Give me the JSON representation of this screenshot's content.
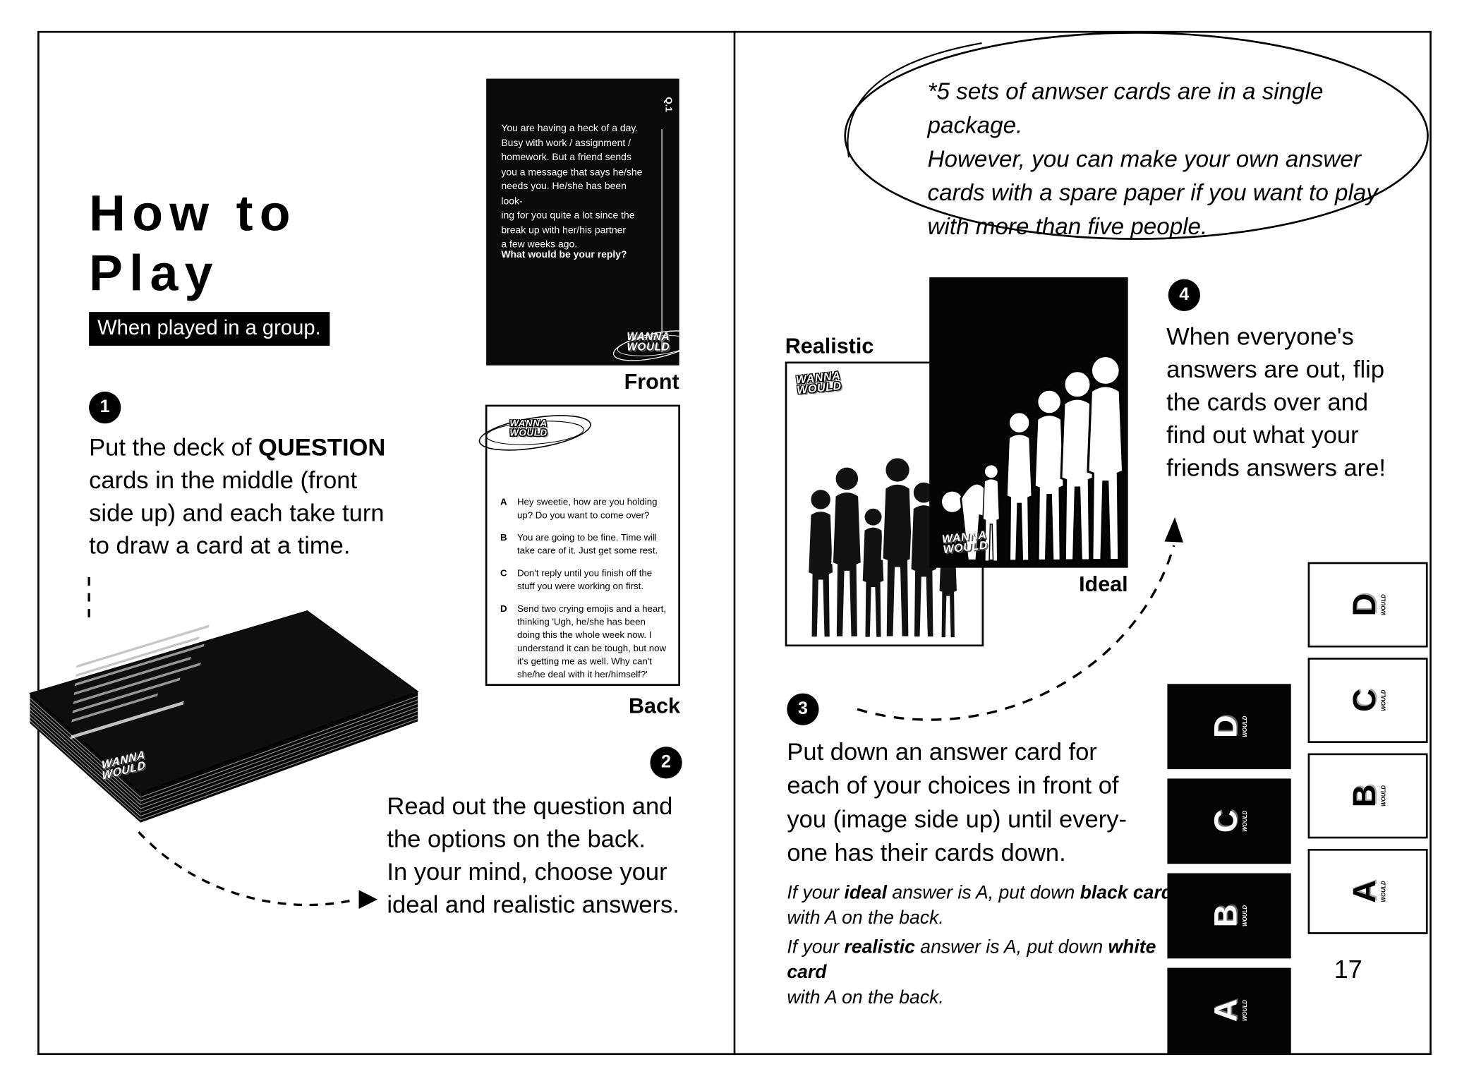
{
  "doc": {
    "page_number": "17"
  },
  "logo": {
    "line1": "WANNA",
    "line2": "WOULD"
  },
  "left_page": {
    "title": [
      "How to",
      "Play"
    ],
    "subtitle": "When played in a group.",
    "step1": {
      "number": "1",
      "line1_pre": "Put the deck of ",
      "line1_bold": "QUESTION",
      "rest_lines": [
        "cards in the middle (front",
        "side up) and each take turn",
        "to draw a card at a time."
      ]
    },
    "step2": {
      "number": "2",
      "lines": [
        "Read out the question and",
        "the options on the back.",
        "In your mind, choose your",
        "ideal and realistic answers."
      ]
    },
    "front_card": {
      "corner": "Q.1",
      "body_lines": [
        "You are having a heck of a day.",
        "Busy with work / assignment /",
        "homework. But a friend sends",
        "you a message that says he/she",
        "needs you. He/she has been look-",
        "ing for you quite a lot since the",
        "break up with her/his partner",
        "a few weeks ago."
      ],
      "question": "What would be your reply?",
      "label": "Front"
    },
    "back_card": {
      "options": [
        {
          "letter": "A",
          "text": "Hey sweetie, how are you holding up? Do you want to come over?"
        },
        {
          "letter": "B",
          "text": "You are going to be fine. Time will take care of it. Just get some rest."
        },
        {
          "letter": "C",
          "text": "Don't reply until you finish off the stuff you were working on first."
        },
        {
          "letter": "D",
          "text": "Send two crying emojis and a heart, thinking 'Ugh, he/she has been doing this the whole week now. I understand it can be tough, but now it's getting me as well. Why can't she/he deal with it her/himself?'"
        }
      ],
      "label": "Back"
    }
  },
  "right_page": {
    "bubble_lines": [
      "*5 sets of anwser cards are in a single package.",
      "However, you can make your own answer",
      "cards with a spare paper if you want to play",
      "with more than five people."
    ],
    "realistic_label": "Realistic",
    "ideal_label": "Ideal",
    "step3": {
      "number": "3",
      "lines": [
        "Put down an answer card for",
        "each of  your choices in front of",
        "you (image side up) until every-",
        "one has their cards down."
      ],
      "note1": {
        "pre": "If your ",
        "b1": "ideal",
        "mid": " answer is A, put down ",
        "b2": "black card",
        "post": "with A on the back."
      },
      "note2": {
        "pre": "If your ",
        "b1": "realistic",
        "mid": " answer is A, put down ",
        "b2": "white card",
        "post": "with A on the back."
      }
    },
    "step4": {
      "number": "4",
      "lines": [
        "When everyone's",
        "answers are out, flip",
        "the cards over and",
        "find out what your",
        "friends answers are!"
      ]
    },
    "black_cards": [
      "D",
      "C",
      "B",
      "A"
    ],
    "white_cards": [
      "D",
      "C",
      "B",
      "A"
    ]
  }
}
